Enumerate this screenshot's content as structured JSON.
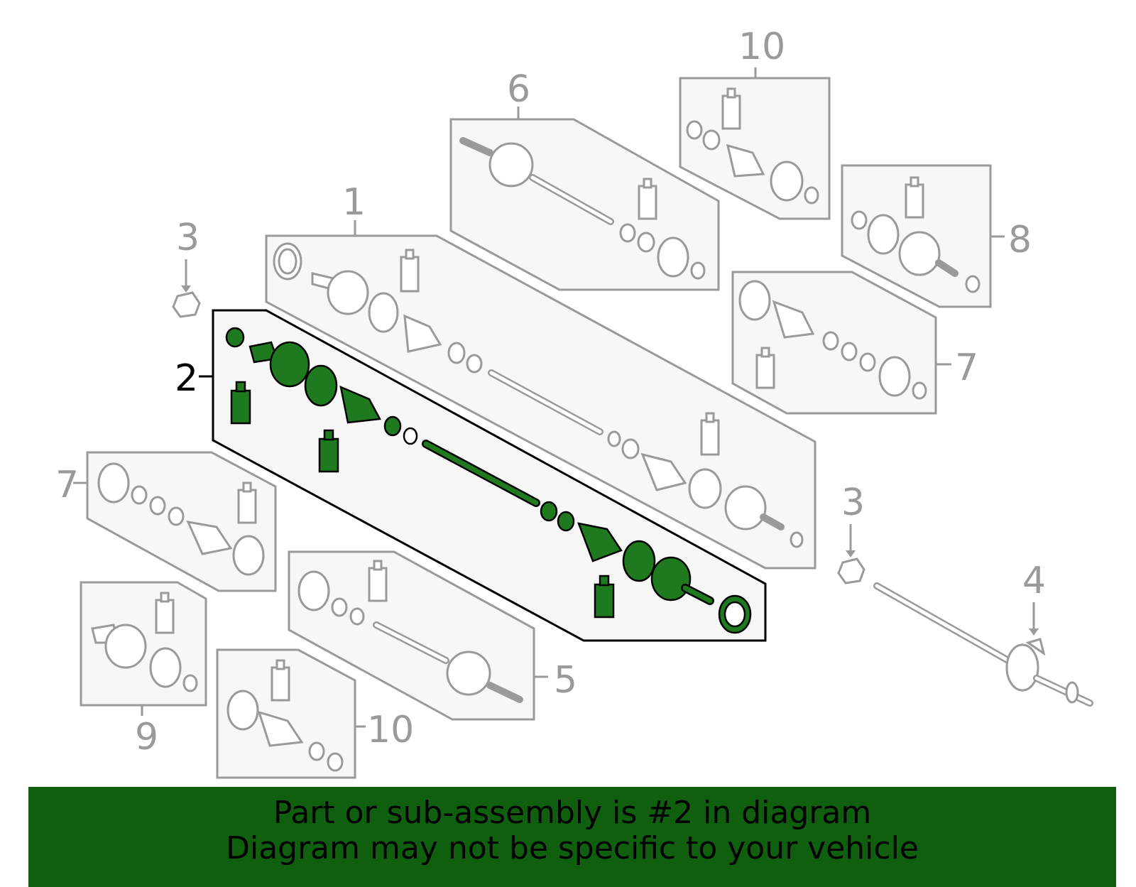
{
  "callouts": {
    "c1": "1",
    "c2": "2",
    "c3a": "3",
    "c3b": "3",
    "c4": "4",
    "c5": "5",
    "c6": "6",
    "c7a": "7",
    "c7b": "7",
    "c8": "8",
    "c9": "9",
    "c10a": "10",
    "c10b": "10"
  },
  "highlight_part": "2",
  "colors": {
    "highlight": "#1f7a1f",
    "banner": "#0f5f0f",
    "outline": "#9a9a9a"
  },
  "banner": {
    "line1": "Part or sub-assembly is #2 in diagram",
    "line2": "Diagram may not be specific to your vehicle"
  }
}
